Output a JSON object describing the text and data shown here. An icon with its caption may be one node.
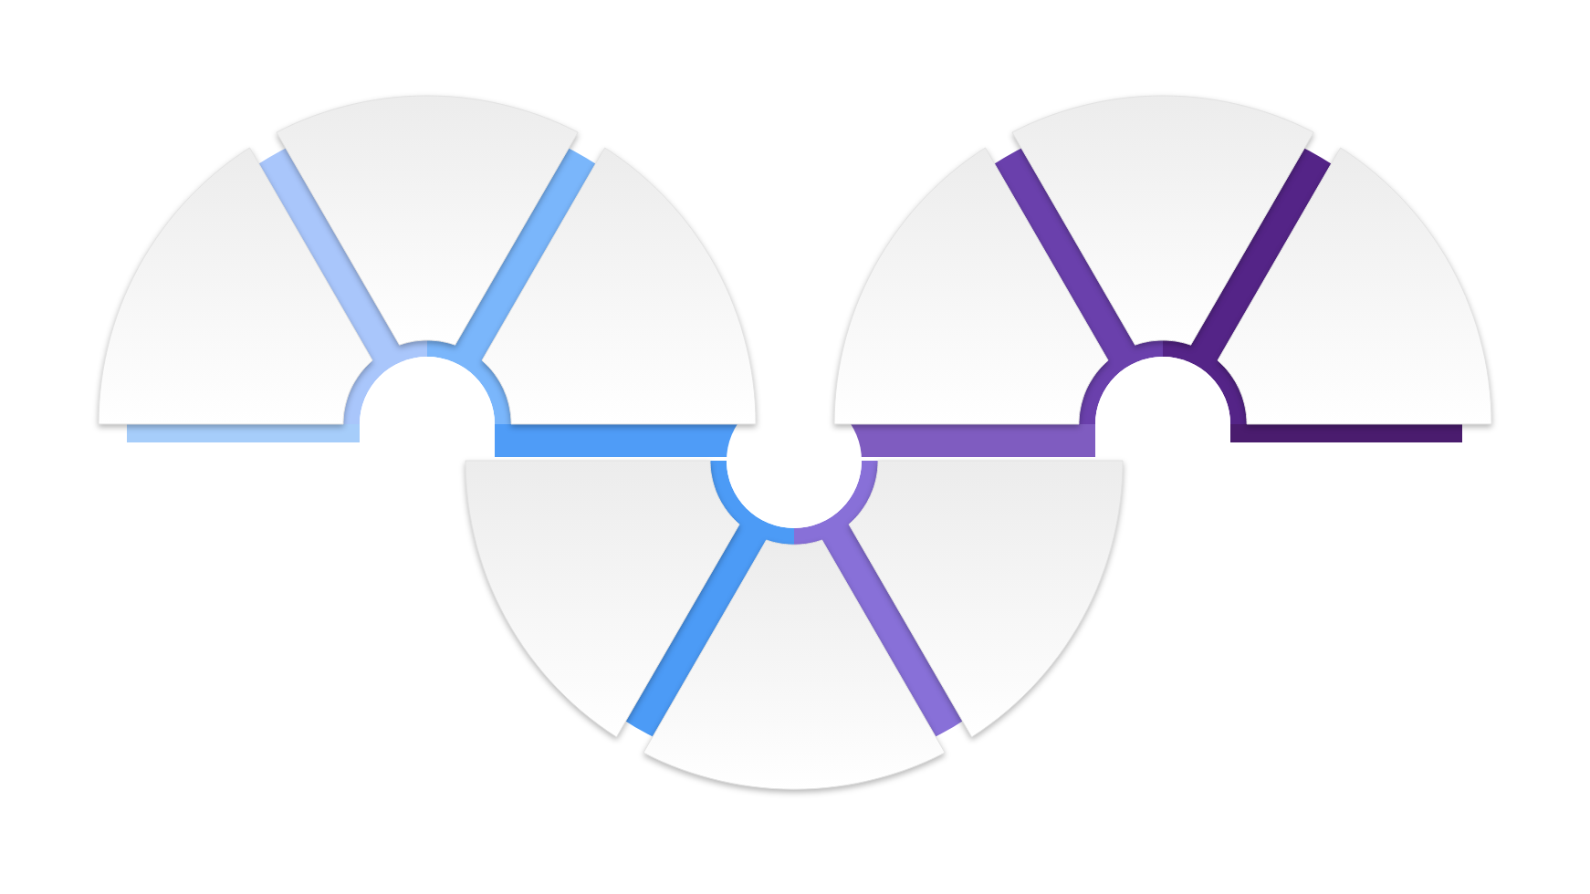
{
  "diagram": {
    "nodes": [
      {
        "text": [],
        "shape": "sector"
      },
      {
        "text": [],
        "shape": "sector"
      },
      {
        "text": [],
        "shape": "sector"
      },
      {
        "text": [],
        "shape": "sector"
      },
      {
        "text": [],
        "shape": "sector"
      },
      {
        "text": [],
        "shape": "sector"
      },
      {
        "text": [],
        "shape": "sector"
      },
      {
        "text": [],
        "shape": "sector"
      },
      {
        "text": [],
        "shape": "sector"
      }
    ]
  }
}
